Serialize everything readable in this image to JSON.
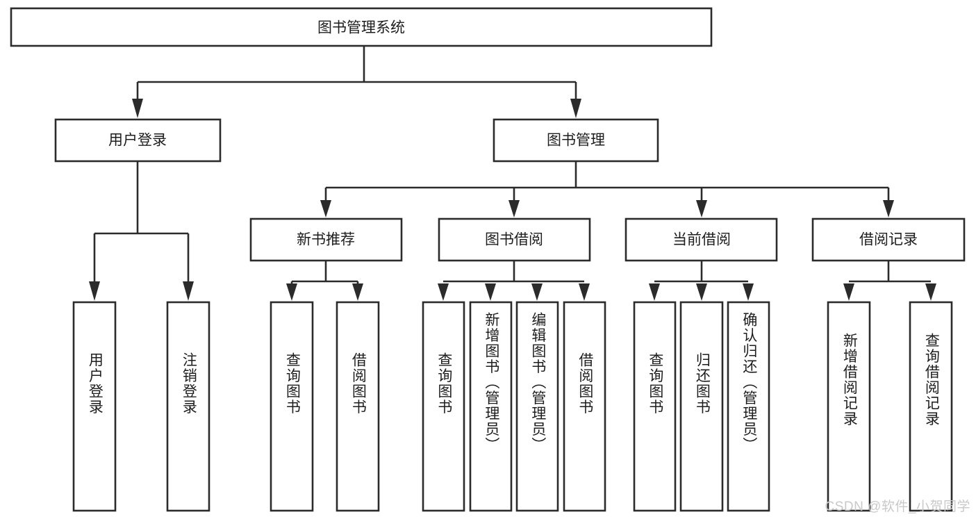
{
  "diagram": {
    "title": "图书管理系统",
    "type": "tree-hierarchy-flowchart",
    "watermark": "CSDN @软件_小贺同学",
    "colors": {
      "background": "#ffffff",
      "box_fill": "#ffffff",
      "box_stroke": "#2b2b2b",
      "connector": "#2b2b2b",
      "label_text": "#1d1d1d",
      "watermark_text": "#c9c9c9"
    },
    "root": {
      "label": "图书管理系统",
      "orientation": "horizontal"
    },
    "level2": [
      {
        "id": "user-login",
        "label": "用户登录",
        "orientation": "horizontal"
      },
      {
        "id": "book-manage",
        "label": "图书管理",
        "orientation": "horizontal"
      }
    ],
    "level3": [
      {
        "id": "new-book-recommend",
        "label": "新书推荐",
        "orientation": "horizontal",
        "parent": "book-manage"
      },
      {
        "id": "book-borrow",
        "label": "图书借阅",
        "orientation": "horizontal",
        "parent": "book-manage"
      },
      {
        "id": "current-borrow",
        "label": "当前借阅",
        "orientation": "horizontal",
        "parent": "book-manage"
      },
      {
        "id": "borrow-record",
        "label": "借阅记录",
        "orientation": "horizontal",
        "parent": "book-manage"
      }
    ],
    "leaves": [
      {
        "id": "leaf-user-login",
        "label": "用户登录",
        "parent": "user-login",
        "orientation": "vertical"
      },
      {
        "id": "leaf-logout-login",
        "label": "注销登录",
        "parent": "user-login",
        "orientation": "vertical"
      },
      {
        "id": "leaf-query-book-recommend",
        "label": "查询图书",
        "parent": "new-book-recommend",
        "orientation": "vertical"
      },
      {
        "id": "leaf-borrow-book-recommend",
        "label": "借阅图书",
        "parent": "new-book-recommend",
        "orientation": "vertical"
      },
      {
        "id": "leaf-query-book-borrow",
        "label": "查询图书",
        "parent": "book-borrow",
        "orientation": "vertical"
      },
      {
        "id": "leaf-add-book",
        "label": "新增图书（管理员）",
        "parent": "book-borrow",
        "orientation": "vertical"
      },
      {
        "id": "leaf-edit-book",
        "label": "编辑图书（管理员）",
        "parent": "book-borrow",
        "orientation": "vertical"
      },
      {
        "id": "leaf-borrow-book",
        "label": "借阅图书",
        "parent": "book-borrow",
        "orientation": "vertical"
      },
      {
        "id": "leaf-query-book-current",
        "label": "查询图书",
        "parent": "current-borrow",
        "orientation": "vertical"
      },
      {
        "id": "leaf-return-book",
        "label": "归还图书",
        "parent": "current-borrow",
        "orientation": "vertical"
      },
      {
        "id": "leaf-confirm-return",
        "label": "确认归还（管理员）",
        "parent": "current-borrow",
        "orientation": "vertical"
      },
      {
        "id": "leaf-add-borrow-record",
        "label": "新增借阅记录",
        "parent": "borrow-record",
        "orientation": "vertical"
      },
      {
        "id": "leaf-query-borrow-record",
        "label": "查询借阅记录",
        "parent": "borrow-record",
        "orientation": "vertical"
      }
    ]
  }
}
